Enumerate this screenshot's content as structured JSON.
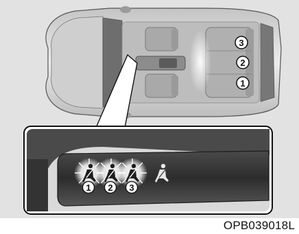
{
  "figure_code": "OPB039018L",
  "seat_rows": [
    {
      "label": "3",
      "icon": "seat-row-3-callout"
    },
    {
      "label": "2",
      "icon": "seat-row-2-callout"
    },
    {
      "label": "1",
      "icon": "seat-row-1-callout"
    }
  ],
  "indicators": [
    {
      "label": "1",
      "icon": "seatbelt-warning-icon",
      "lit": true
    },
    {
      "label": "2",
      "icon": "seatbelt-warning-icon",
      "lit": true
    },
    {
      "label": "3",
      "icon": "seatbelt-warning-icon",
      "lit": true
    },
    {
      "label": "",
      "icon": "seatbelt-warning-icon",
      "lit": false
    }
  ],
  "colors": {
    "background": "#ffffff",
    "panel": "#e2e2e2",
    "car_body": "#d6d6d6",
    "dark_trim": "#3a3a3a",
    "glow": "#ffffff"
  }
}
